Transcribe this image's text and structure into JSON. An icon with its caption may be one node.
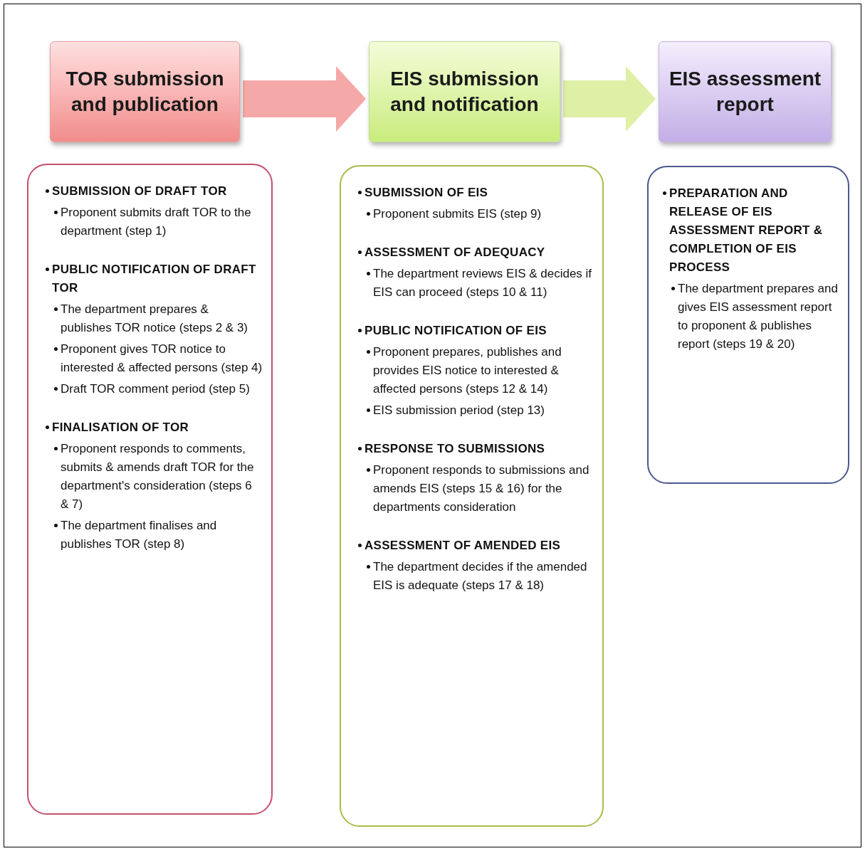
{
  "diagram": {
    "nodes": [
      {
        "text": [
          "TOR submission and publication"
        ]
      },
      {
        "text": [
          "EIS submission and notification"
        ]
      },
      {
        "text": [
          "EIS assessment report"
        ]
      },
      {
        "text": [
          "SUBMISSION OF DRAFT TOR",
          "Proponent submits draft TOR to the department (step 1)",
          "PUBLIC NOTIFICATION OF DRAFT TOR",
          "The department prepares & publishes TOR notice (steps 2 & 3)",
          "Proponent gives TOR notice to interested & affected persons (step 4)",
          "Draft TOR comment period (step 5)",
          "FINALISATION OF TOR",
          "Proponent responds to comments, submits & amends draft TOR for the department's consideration (steps 6 & 7)",
          "The department finalises and publishes TOR (step 8)"
        ]
      },
      {
        "text": [
          "SUBMISSION OF EIS",
          "Proponent submits EIS (step 9)",
          "ASSESSMENT OF ADEQUACY",
          "The department reviews EIS & decides if EIS can proceed (steps 10 & 11)",
          "PUBLIC NOTIFICATION OF EIS",
          "Proponent prepares, publishes and provides EIS notice to interested & affected persons (steps 12 & 14)",
          "EIS submission period (step 13)",
          "RESPONSE TO SUBMISSIONS",
          "Proponent responds to submissions and amends EIS (steps 15 & 16) for the departments consideration",
          "ASSESSMENT OF AMENDED EIS",
          "The department decides if the amended EIS is adequate (steps 17 & 18)"
        ]
      },
      {
        "text": [
          "PREPARATION AND RELEASE OF EIS ASSESSMENT REPORT & COMPLETION OF EIS PROCESS",
          "The department prepares and gives EIS assessment report to proponent & publishes report (steps 19 & 20)"
        ]
      }
    ],
    "edges": [
      {
        "from": 0,
        "to": 1,
        "arrow": "to",
        "style": "thick",
        "color": "#f5a8a8"
      },
      {
        "from": 1,
        "to": 2,
        "arrow": "to",
        "style": "thick",
        "color": "#def0a6"
      }
    ]
  }
}
